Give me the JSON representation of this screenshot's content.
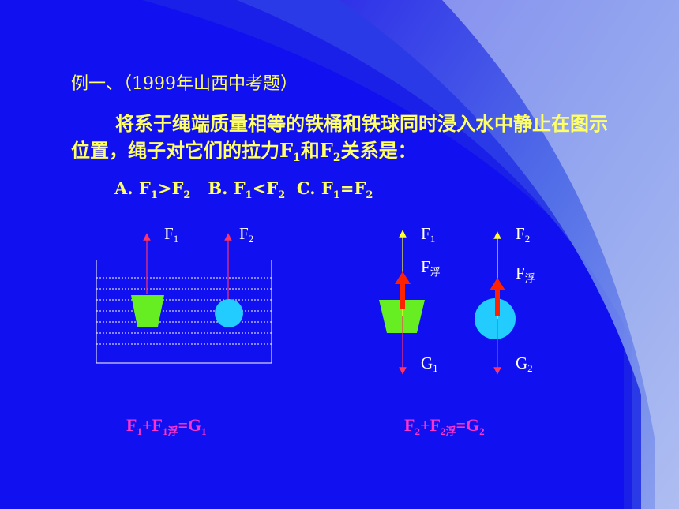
{
  "heading": "例一、（1999年山西中考题）",
  "problem": {
    "part1": "将系于绳端质量相等的铁桶和铁球同时浸入水中静止在图示位置，绳子对它们的拉力F",
    "sub1": "1",
    "part2": "和F",
    "sub2": "2",
    "part3": "关系是："
  },
  "options": {
    "a": "A. F",
    "a_sub1": "1",
    "a_mid": ">F",
    "a_sub2": "2",
    "b": "B. F",
    "b_sub1": "1",
    "b_mid": "<F",
    "b_sub2": "2",
    "c": "C.  F",
    "c_sub1": "1",
    "c_mid": "=F",
    "c_sub2": "2"
  },
  "left_diagram": {
    "f1": "F",
    "f1_sub": "1",
    "f2": "F",
    "f2_sub": "2"
  },
  "right_diagram": {
    "f1": "F",
    "f1_sub": "1",
    "f2": "F",
    "f2_sub": "2",
    "fbuoy1": "F",
    "fbuoy1_sub": "浮",
    "fbuoy2": "F",
    "fbuoy2_sub": "浮",
    "g1": "G",
    "g1_sub": "1",
    "g2": "G",
    "g2_sub": "2"
  },
  "equations": {
    "eq1": {
      "a": "F",
      "a_sub": "1",
      "b": "+F",
      "b_sub": "1浮",
      "c": "=G",
      "c_sub": "1"
    },
    "eq2": {
      "a": "F",
      "a_sub": "2",
      "b": "+F",
      "b_sub": "2浮",
      "c": "=G",
      "c_sub": "2"
    }
  },
  "colors": {
    "background": "#1010f0",
    "title_text": "#ffff66",
    "equation_text": "#ff33cc",
    "bucket_fill": "#66ee22",
    "ball_fill": "#22ccff",
    "tension_arrow": "#ff3366",
    "buoyancy_arrow": "#ff2200"
  }
}
